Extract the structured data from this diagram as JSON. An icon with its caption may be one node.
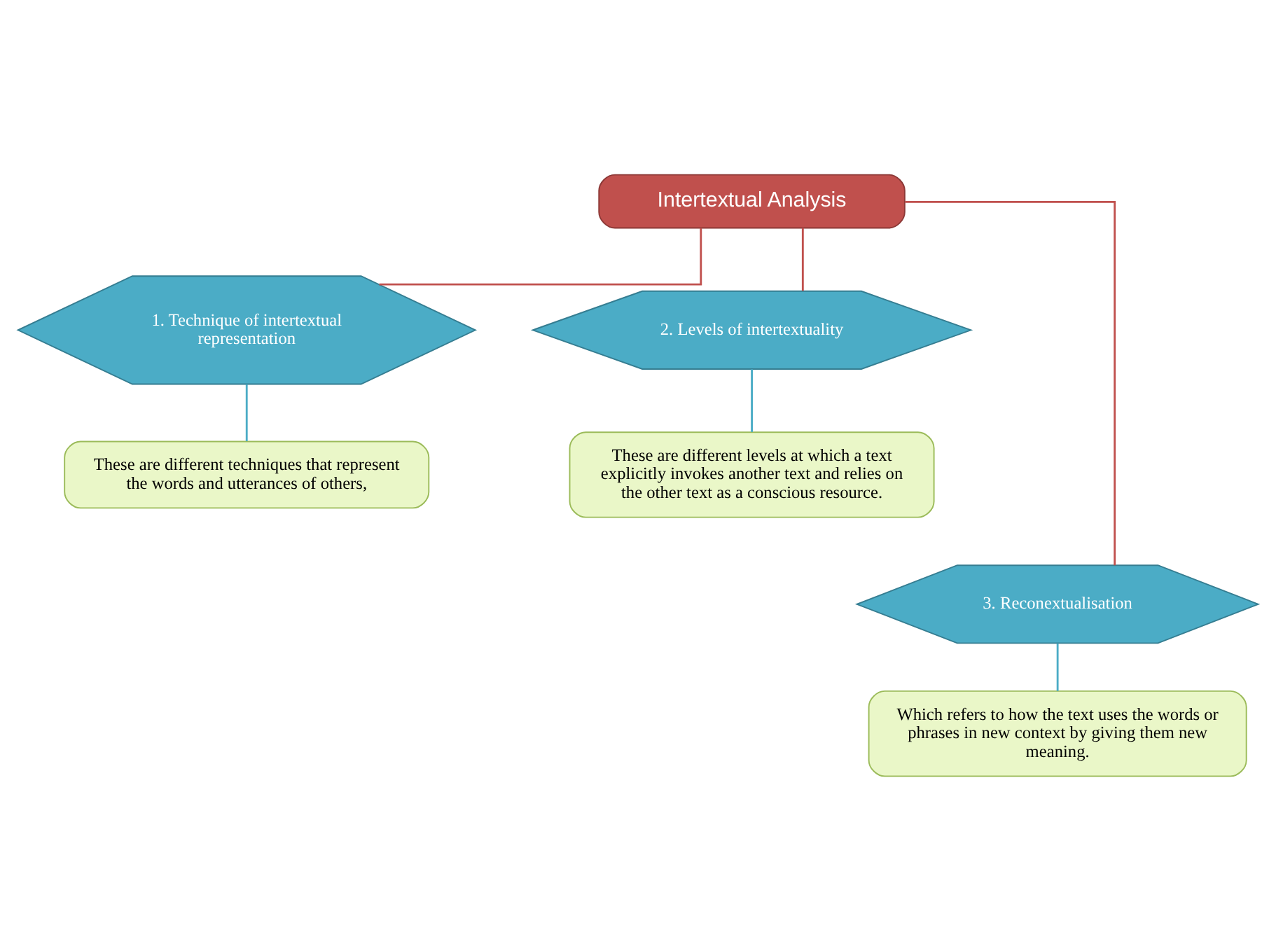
{
  "diagram": {
    "nodes": [
      {
        "text": [
          "Intertextual Analysis"
        ]
      },
      {
        "text": [
          "1. Technique of intertextual representation"
        ]
      },
      {
        "text": [
          "2. Levels of intertextuality"
        ]
      },
      {
        "text": [
          "These are different techniques that represent the words and utterances of others,"
        ]
      },
      {
        "text": [
          "These are different levels at which a text explicitly invokes another text and relies on the other text as a conscious resource."
        ]
      },
      {
        "text": [
          "3. Reconextualisation"
        ]
      },
      {
        "text": [
          "Which refers to how the text uses the words or phrases in new context by giving them new meaning."
        ]
      }
    ],
    "edges": [
      {
        "from": 0,
        "to": 1,
        "arrow": "none",
        "color": "#c0504d"
      },
      {
        "from": 0,
        "to": 2,
        "arrow": "none",
        "color": "#c0504d"
      },
      {
        "from": 0,
        "to": 5,
        "arrow": "none",
        "color": "#c0504d"
      },
      {
        "from": 1,
        "to": 3,
        "arrow": "none",
        "color": "#4bacc6"
      },
      {
        "from": 2,
        "to": 4,
        "arrow": "none",
        "color": "#4bacc6"
      },
      {
        "from": 5,
        "to": 6,
        "arrow": "none",
        "color": "#4bacc6"
      }
    ]
  }
}
